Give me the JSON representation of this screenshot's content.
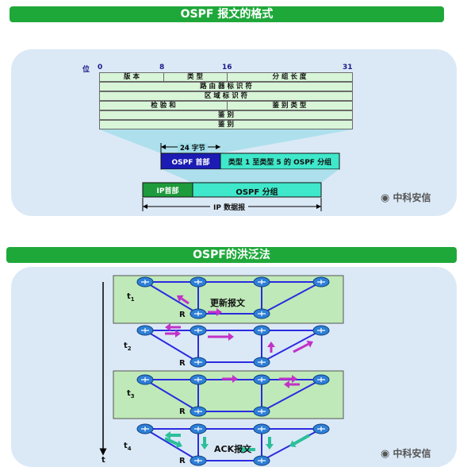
{
  "title_top": "OSPF 报文的格式",
  "title_bottom": "OSPF的洪泛法",
  "bit_axis": {
    "label": "位",
    "ticks": [
      "0",
      "8",
      "16",
      "31"
    ]
  },
  "header_rows": [
    [
      "版   本",
      "类   型",
      "分   组   长   度"
    ],
    [
      "路  由  器  标  识  符"
    ],
    [
      "区  域  标  识  符"
    ],
    [
      "检  验  和",
      "鉴  别  类  型"
    ],
    [
      "鉴         别"
    ],
    [
      "鉴         别"
    ]
  ],
  "packet": {
    "bytes_label": "24 字节",
    "ospf_header": "OSPF 首部",
    "ospf_body": "类型 1 至类型 5 的 OSPF 分组",
    "ip_header": "IP首部",
    "ospf_packet": "OSPF 分组",
    "ip_datagram": "IP 数据报"
  },
  "flood": {
    "time_axis": "t",
    "steps": [
      "t",
      "t",
      "t",
      "t"
    ],
    "step_subs": [
      "1",
      "2",
      "3",
      "4"
    ],
    "router_label": "R",
    "update_label": "更新报文",
    "ack_label": "ACK报文"
  },
  "watermark": "中科安信",
  "colors": {
    "green_bar": "#1fa83a",
    "panel": "#dbe9f6",
    "arrow_pink": "#c231c8",
    "arrow_teal": "#2bbf9a",
    "link_blue": "#2b2be0"
  }
}
